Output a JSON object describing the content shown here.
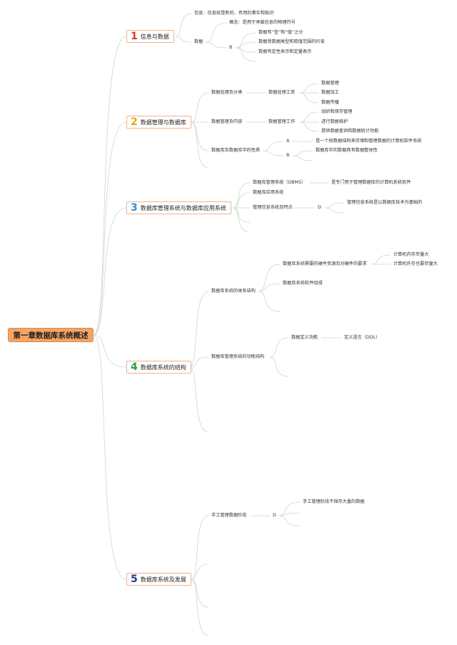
{
  "colors": {
    "root_fill": "#f5a463",
    "topic_border": "#f0b48a",
    "wire": "#c8d8d2",
    "num1": "#d9342b",
    "num2": "#f0a020",
    "num3": "#2f8fd6",
    "num4": "#2aa14a",
    "num5": "#1f3c8f"
  },
  "root": {
    "label": "第一章数据库系统概述"
  },
  "topic1": {
    "num": "1",
    "label": "信息与数据",
    "info": "信息：信息就是新的、有用的事实和知识",
    "data": "数据",
    "concept": "概念：是用于承载信息的物理符号",
    "b": "B",
    "b_items": [
      "数据有“型”和“值”之分",
      "数据受数据类型和取值范围的约束",
      "数据有定性表示和定量表示"
    ]
  },
  "topic2": {
    "num": "2",
    "label": "数据管理与数据库",
    "process": "数据处理及分类",
    "process_sub": "数据处理工资",
    "process_items": [
      "数据管理",
      "数据加工",
      "数据传播"
    ],
    "manage": "数据管理及内容",
    "manage_sub": "数据管理工作",
    "manage_items": [
      "组织和保存管理",
      "进行数据维护",
      "提供数据查询和数据统计功能"
    ],
    "db": "数据库及数据库中的性质",
    "a": "A",
    "a_text": "是一个按数据结构来存储和管理数据的计算机软件系统",
    "b": "B",
    "b_text": "数据库中的数据具有数据整体性"
  },
  "topic3": {
    "num": "3",
    "label": "数据库管理系统与数据库应用系统",
    "dbms": "数据库管理系统（DBMS）",
    "dbms_text": "是专门用于管理数据库的计算机系统软件",
    "app": "数据库应用系统",
    "mis": "管理信息系统及特点",
    "d": "D",
    "d_text": "管理信息系统是以数据库技术为基础的"
  },
  "topic4": {
    "num": "4",
    "label": "数据库系统的结构",
    "arch": "数据库系统的体系结构",
    "hw": "数据库系统需要的硬件资源及对硬件的要求",
    "hw_items": [
      "计算机内存尽量大",
      "计算机外存也要尽量大"
    ],
    "sw": "数据库系统软件组成",
    "func": "数据库管理系统的功能结构",
    "define": "数据定义功能",
    "ddl": "定义语言（DDL）"
  },
  "topic5": {
    "num": "5",
    "label": "数据库系统及发展",
    "manual": "手工管理数据阶段",
    "d": "D",
    "d_text": "手工管理阶段不保存大量的数据"
  }
}
